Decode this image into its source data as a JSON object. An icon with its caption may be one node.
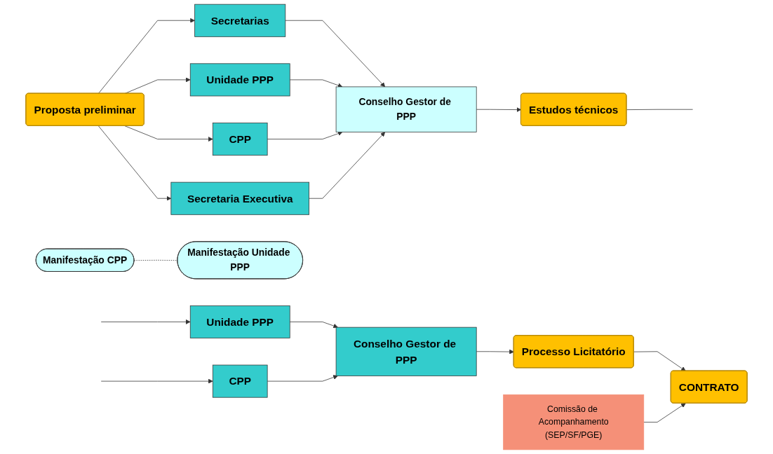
{
  "diagram": {
    "nodes": [
      {
        "text": [
          "Proposta preliminar"
        ]
      },
      {
        "text": [
          "Secretarias"
        ]
      },
      {
        "text": [
          "Unidade PPP"
        ]
      },
      {
        "text": [
          "CPP"
        ]
      },
      {
        "text": [
          "Secretaria Executiva"
        ]
      },
      {
        "text": [
          "Manifestação CPP"
        ]
      },
      {
        "text": [
          "Conselho Gestor de PPP"
        ]
      },
      {
        "text": [
          "Manifestação Unidade PPP"
        ]
      },
      {
        "text": [
          "Estudos técnicos"
        ]
      },
      {
        "text": [
          "Comissão de Acompanhamento",
          "(SEP/SF/PGE)"
        ]
      },
      {
        "text": [
          "CONTRATO"
        ]
      },
      {
        "text": [
          "Processo Licitatório"
        ]
      },
      {
        "text": [
          "Conselho Gestor de PPP"
        ]
      },
      {
        "text": [
          "Unidade PPP"
        ]
      },
      {
        "text": [
          "CPP"
        ]
      }
    ],
    "edges": [
      {
        "from": 0,
        "to": 1,
        "arrow": "to"
      },
      {
        "from": 0,
        "to": 2,
        "arrow": "to"
      },
      {
        "from": 0,
        "to": 3,
        "arrow": "to"
      },
      {
        "from": 0,
        "to": 4,
        "arrow": "to"
      },
      {
        "from": 1,
        "to": 6,
        "arrow": "to"
      },
      {
        "from": 2,
        "to": 6,
        "arrow": "to"
      },
      {
        "from": 3,
        "to": 6,
        "arrow": "to"
      },
      {
        "from": 4,
        "to": 6,
        "arrow": "to"
      },
      {
        "from": 5,
        "to": 7,
        "arrow": "none",
        "style": "dashed"
      },
      {
        "from": 6,
        "to": 8,
        "arrow": "to"
      },
      {
        "from": 8,
        "to": null,
        "arrow": "none"
      },
      {
        "from": null,
        "to": 13,
        "arrow": "to"
      },
      {
        "from": null,
        "to": 14,
        "arrow": "to"
      },
      {
        "from": 13,
        "to": 12,
        "arrow": "to"
      },
      {
        "from": 14,
        "to": 12,
        "arrow": "to"
      },
      {
        "from": 12,
        "to": 11,
        "arrow": "to"
      },
      {
        "from": 11,
        "to": 10,
        "arrow": "to"
      },
      {
        "from": 9,
        "to": 10,
        "arrow": "to"
      }
    ]
  }
}
